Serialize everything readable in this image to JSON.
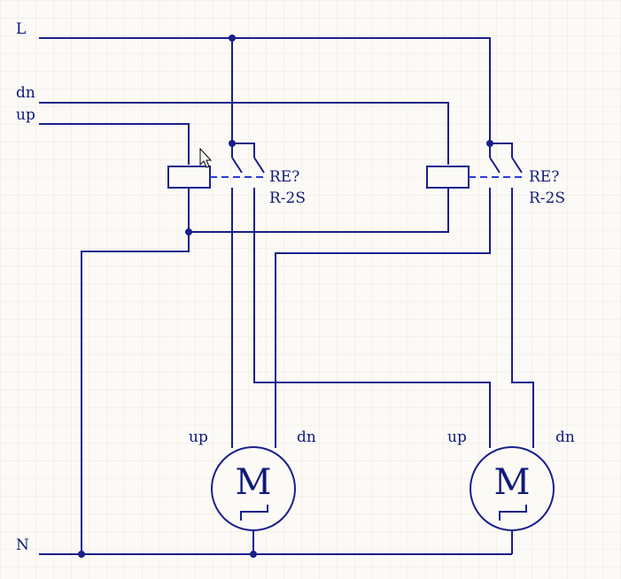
{
  "rails": {
    "line": "L",
    "down": "dn",
    "up": "up",
    "neutral": "N"
  },
  "relays": [
    {
      "ref": "RE?",
      "type": "R-2S"
    },
    {
      "ref": "RE?",
      "type": "R-2S"
    }
  ],
  "motors": [
    {
      "symbol": "M",
      "up_label": "up",
      "dn_label": "dn"
    },
    {
      "symbol": "M",
      "up_label": "up",
      "dn_label": "dn"
    }
  ],
  "colors": {
    "wire": "#1a1f8c",
    "dashed_link": "#2a3bd8",
    "background": "#fcfaf6",
    "grid": "#ece8e0"
  }
}
